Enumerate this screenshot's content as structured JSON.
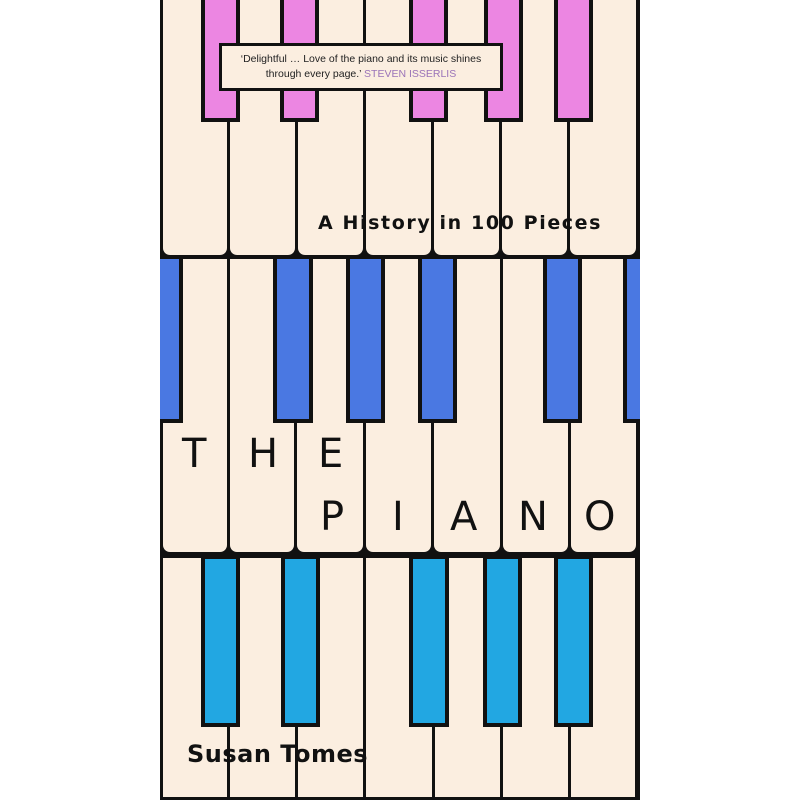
{
  "book": {
    "title_line1": [
      "T",
      "H",
      "E"
    ],
    "title_line2": [
      "P",
      "I",
      "A",
      "N",
      "O"
    ],
    "title": "THE PIANO",
    "subtitle": "A History in 100 Pieces",
    "author": "Susan Tomes",
    "quote": {
      "text": "‘Delightful … Love of the piano and its music shines through every page.’",
      "attribution": "STEVEN ISSERLIS"
    }
  },
  "colors": {
    "ivory": "#fbeee0",
    "outline": "#111111",
    "top_band_keys": "#ec86e2",
    "middle_band_keys": "#4a78e2",
    "bottom_band_keys": "#22a7e2",
    "attribution": "#9a73b8"
  }
}
